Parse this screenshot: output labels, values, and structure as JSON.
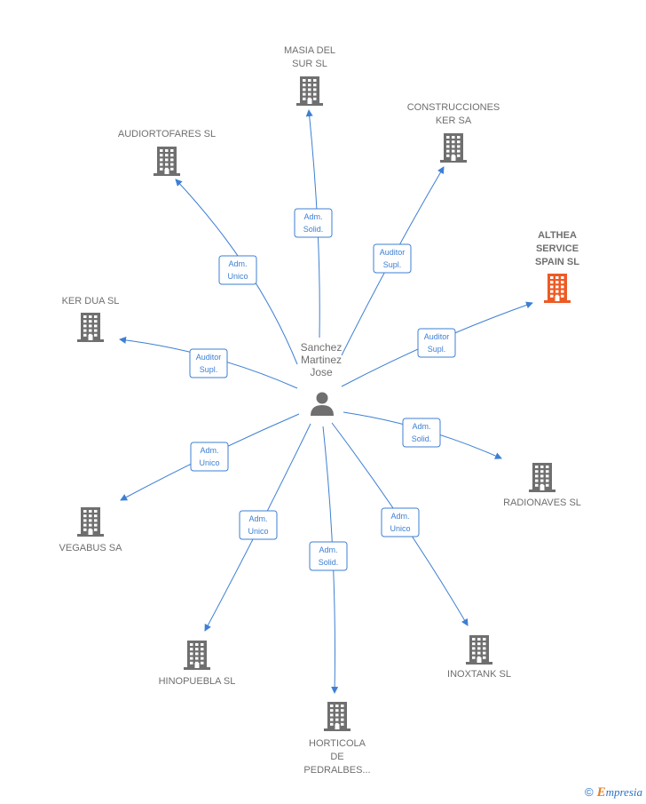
{
  "center": {
    "label": [
      "Sanchez",
      "Martinez",
      "Jose"
    ]
  },
  "colors": {
    "edge": "#3d7fd3",
    "building": "#6f6f6f",
    "highlight": "#ee5a24"
  },
  "nodes": [
    {
      "id": "masia",
      "label": [
        "MASIA DEL",
        "SUR SL"
      ],
      "highlight": false,
      "role": [
        "Adm.",
        "Solid."
      ]
    },
    {
      "id": "construcciones",
      "label": [
        "CONSTRUCCIONES",
        "KER SA"
      ],
      "highlight": false,
      "role": [
        "Auditor",
        "Supl."
      ]
    },
    {
      "id": "audiortofares",
      "label": [
        "AUDIORTOFARES SL"
      ],
      "highlight": false,
      "role": [
        "Adm.",
        "Unico"
      ]
    },
    {
      "id": "althea",
      "label": [
        "ALTHEA",
        "SERVICE",
        "SPAIN SL"
      ],
      "highlight": true,
      "role": [
        "Auditor",
        "Supl."
      ]
    },
    {
      "id": "kerdua",
      "label": [
        "KER DUA SL"
      ],
      "highlight": false,
      "role": [
        "Auditor",
        "Supl."
      ]
    },
    {
      "id": "radionaves",
      "label": [
        "RADIONAVES SL"
      ],
      "highlight": false,
      "role": [
        "Adm.",
        "Solid."
      ]
    },
    {
      "id": "vegabus",
      "label": [
        "VEGABUS SA"
      ],
      "highlight": false,
      "role": [
        "Adm.",
        "Unico"
      ]
    },
    {
      "id": "hinopuebla",
      "label": [
        "HINOPUEBLA SL"
      ],
      "highlight": false,
      "role": [
        "Adm.",
        "Unico"
      ]
    },
    {
      "id": "horticola",
      "label": [
        "HORTICOLA",
        "DE",
        "PEDRALBES..."
      ],
      "highlight": false,
      "role": [
        "Adm.",
        "Solid."
      ]
    },
    {
      "id": "inoxtank",
      "label": [
        "INOXTANK SL"
      ],
      "highlight": false,
      "role": [
        "Adm.",
        "Unico"
      ]
    }
  ],
  "footer": {
    "copyright": "©",
    "brand_first": "E",
    "brand_rest": "mpresia"
  }
}
